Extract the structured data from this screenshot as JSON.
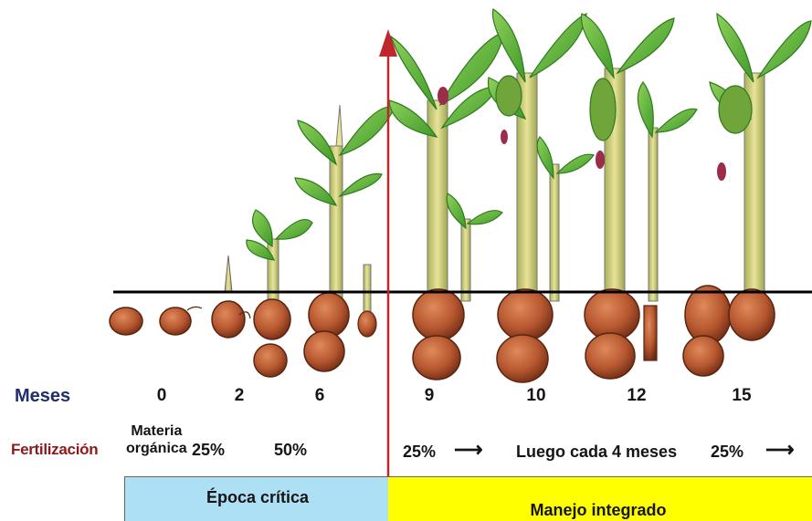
{
  "colors": {
    "leaf": "#5fb33a",
    "leaf_dark": "#2f7a1f",
    "stem": "#d6d27a",
    "corm": "#b5562f",
    "corm_dark": "#7a3318",
    "ground_line": "#000000",
    "timeline_arrow": "#c0262c",
    "critical_band": "#aee0f5",
    "integrated_band": "#ffff00"
  },
  "rows": {
    "months_label": "Meses",
    "fertilization_label": "Fertilización"
  },
  "months": [
    "0",
    "2",
    "6",
    "9",
    "10",
    "12",
    "15"
  ],
  "fertilization": {
    "materia": [
      "Materia",
      "orgánica"
    ],
    "p25_a": "25%",
    "p50": "50%",
    "p25_b": "25%",
    "luego": "Luego cada 4 meses",
    "p25_c": "25%"
  },
  "bands": {
    "critical": "Época crítica",
    "integrated": "Manejo integrado"
  },
  "icons": {
    "arrow": "right-arrow-icon"
  }
}
